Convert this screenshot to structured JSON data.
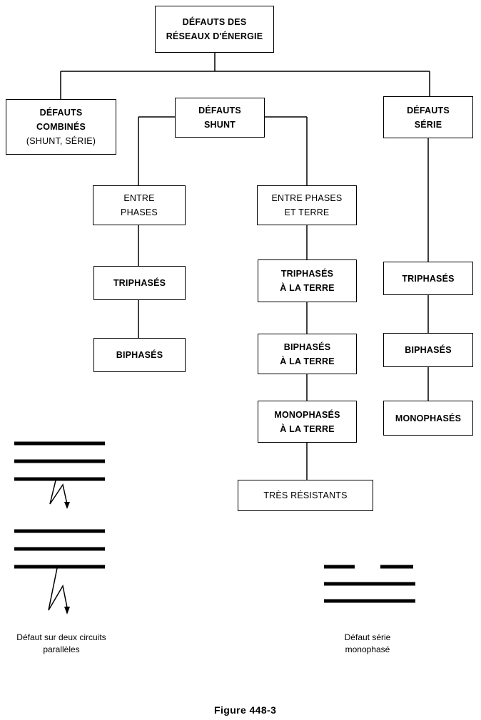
{
  "tree": {
    "root": [
      "DÉFAUTS DES",
      "RÉSEAUX D'ÉNERGIE"
    ],
    "combines": [
      "DÉFAUTS",
      "COMBINÉS",
      "(SHUNT, SÉRIE)"
    ],
    "shunt": [
      "DÉFAUTS",
      "SHUNT"
    ],
    "serie": [
      "DÉFAUTS",
      "SÉRIE"
    ],
    "entre_phases": [
      "ENTRE",
      "PHASES"
    ],
    "entre_phases_terre": [
      "ENTRE PHASES",
      "ET TERRE"
    ],
    "triphases": "TRIPHASÉS",
    "biphases": "BIPHASÉS",
    "triphases_terre": [
      "TRIPHASÉS",
      "À LA TERRE"
    ],
    "biphases_terre": [
      "BIPHASÉS",
      "À LA TERRE"
    ],
    "monophases_terre": [
      "MONOPHASÉS",
      "À LA TERRE"
    ],
    "tres_resistants": "TRÈS RÉSISTANTS",
    "serie_triphases": "TRIPHASÉS",
    "serie_biphases": "BIPHASÉS",
    "serie_monophases": "MONOPHASÉS"
  },
  "captions": {
    "parallel": [
      "Défaut sur deux circuits",
      "parallèles"
    ],
    "series": [
      "Défaut série",
      "monophasé"
    ]
  },
  "figure_title": "Figure 448-3"
}
